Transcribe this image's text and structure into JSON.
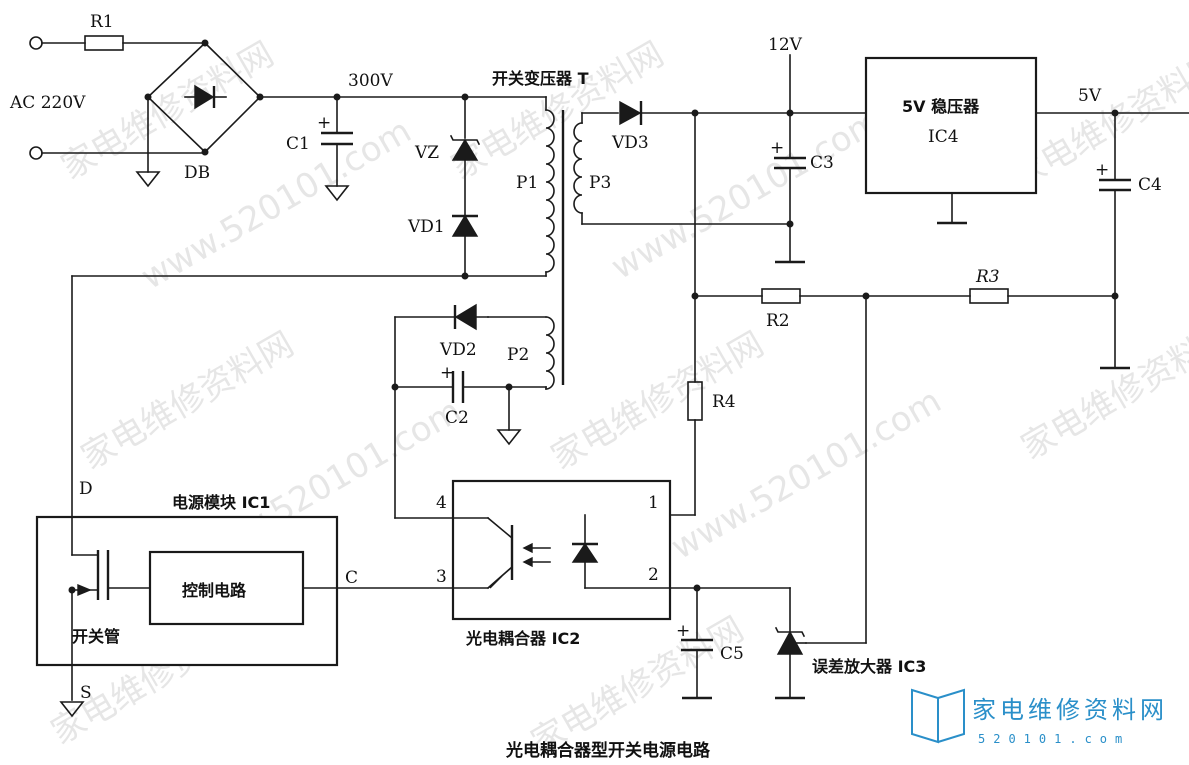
{
  "title": "光电耦合器型开关电源电路",
  "labels": {
    "r1": "R1",
    "ac": "AC 220V",
    "db": "DB",
    "v300": "300V",
    "c1": "C1",
    "transformer": "开关变压器 T",
    "vz": "VZ",
    "vd1": "VD1",
    "p1": "P1",
    "p3": "P3",
    "vd3": "VD3",
    "v12": "12V",
    "c3": "C3",
    "regulator": "5V 稳压器",
    "ic4": "IC4",
    "v5": "5V",
    "c4": "C4",
    "r2": "R2",
    "r3": "R3",
    "r4": "R4",
    "vd2": "VD2",
    "p2": "P2",
    "c2": "C2",
    "d": "D",
    "power_module": "电源模块 IC1",
    "control": "控制电路",
    "c": "C",
    "switch_tube": "开关管",
    "s": "S",
    "pin4": "4",
    "pin1": "1",
    "pin3": "3",
    "pin2": "2",
    "optocoupler": "光电耦合器 IC2",
    "c5": "C5",
    "error_amp": "误差放大器 IC3"
  },
  "watermark": {
    "text_cn": "家电维修资料网",
    "text_url": "www.520101.com",
    "brand_cn": "家电维修资料网",
    "brand_num": "520101.com"
  },
  "colors": {
    "line": "#1a1a1a",
    "brand": "#2a8fc9"
  }
}
